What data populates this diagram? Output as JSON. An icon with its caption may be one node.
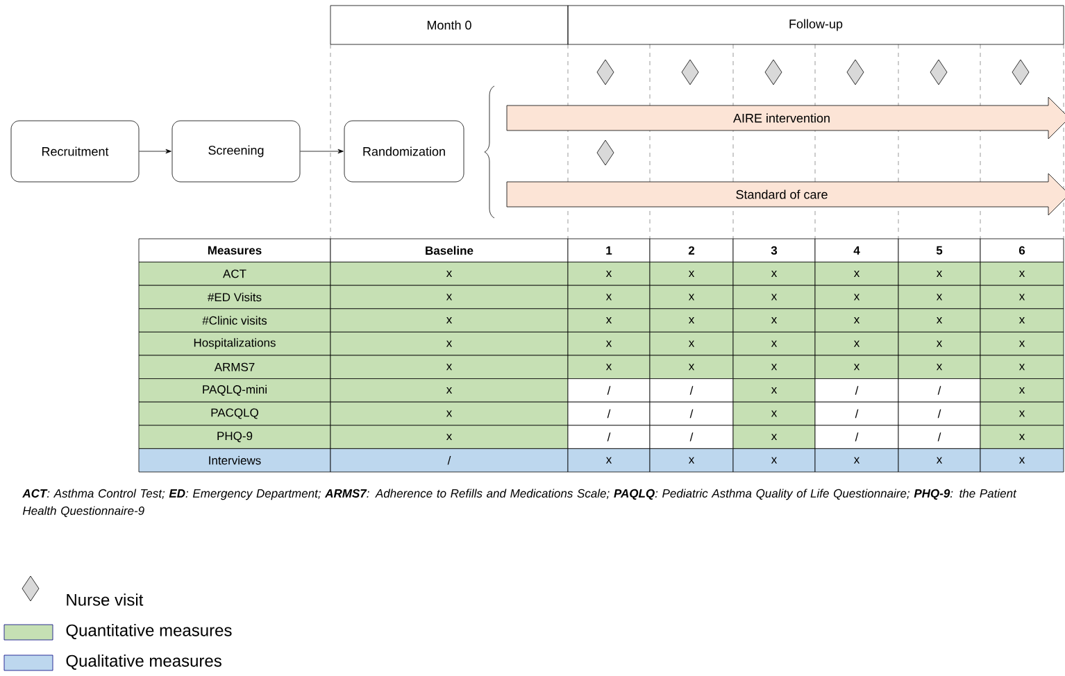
{
  "diagram": {
    "caption": "**ACT**: Asthma Control Test; **ED**: Emergency Department; **ARMS7**: Adherence to Refills and Medications Scale; **PAQLQ**: Pediatric Asthma Quality of Life Questionnaire; **PHQ-9**: the Patient Health Questionnaire-9",
    "nodes": [
      {
        "text": [
          "Recruitment"
        ]
      },
      {
        "text": [
          "Screening"
        ]
      },
      {
        "text": [
          "Randomization"
        ]
      },
      {
        "text": [
          "AIRE intervention"
        ]
      },
      {
        "text": [
          "Standard of care"
        ]
      }
    ],
    "edges": [
      {
        "from": 0,
        "to": 1,
        "arrow": "to"
      },
      {
        "from": 1,
        "to": 2,
        "arrow": "to"
      }
    ],
    "labels": [
      "Month 0",
      "Follow-up",
      "Measures",
      "Baseline",
      "1",
      "2",
      "3",
      "4",
      "5",
      "6",
      "ACT",
      "x",
      "x",
      "x",
      "x",
      "x",
      "x",
      "x",
      "#ED Visits",
      "x",
      "x",
      "x",
      "x",
      "x",
      "x",
      "x",
      "#Clinic visits",
      "x",
      "x",
      "x",
      "x",
      "x",
      "x",
      "x",
      "Hospitalizations",
      "x",
      "x",
      "x",
      "x",
      "x",
      "x",
      "x",
      "ARMS7",
      "x",
      "x",
      "x",
      "x",
      "x",
      "x",
      "x",
      "PAQLQ-mini",
      "x",
      "/",
      "/",
      "x",
      "/",
      "/",
      "x",
      "PACQLQ",
      "x",
      "/",
      "/",
      "x",
      "/",
      "/",
      "x",
      "PHQ-9",
      "x",
      "/",
      "/",
      "x",
      "/",
      "/",
      "x",
      "Interviews",
      "/",
      "x",
      "x",
      "x",
      "x",
      "x",
      "x"
    ],
    "legend": [
      {
        "text": "Nurse visit"
      },
      {
        "text": "Quantitative measures",
        "color": "#c6e0b4"
      },
      {
        "text": "Qualitative measures",
        "color": "#bdd7ee"
      }
    ]
  }
}
